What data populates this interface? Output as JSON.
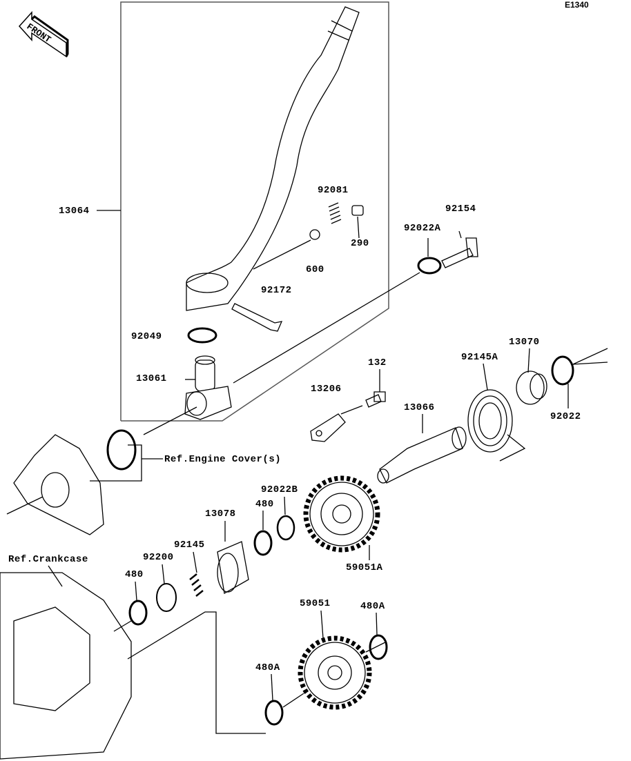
{
  "diagram_code": "E1340",
  "front_badge": "FRONT",
  "parts": {
    "p13064": "13064",
    "p92081": "92081",
    "p290": "290",
    "p92154": "92154",
    "p92022A": "92022A",
    "p600": "600",
    "p92172": "92172",
    "p92049": "92049",
    "p13061": "13061",
    "p132": "132",
    "p13206": "13206",
    "p92145A": "92145A",
    "p13070": "13070",
    "p92022": "92022",
    "p13066": "13066",
    "p92022B": "92022B",
    "p480a": "480",
    "p13078": "13078",
    "p92145": "92145",
    "p92200": "92200",
    "p480b": "480",
    "p59051A": "59051A",
    "p59051": "59051",
    "p480A_1": "480A",
    "p480A_2": "480A"
  },
  "refs": {
    "engine_cover": "Ref.Engine Cover(s)",
    "crankcase": "Ref.Crankcase"
  }
}
